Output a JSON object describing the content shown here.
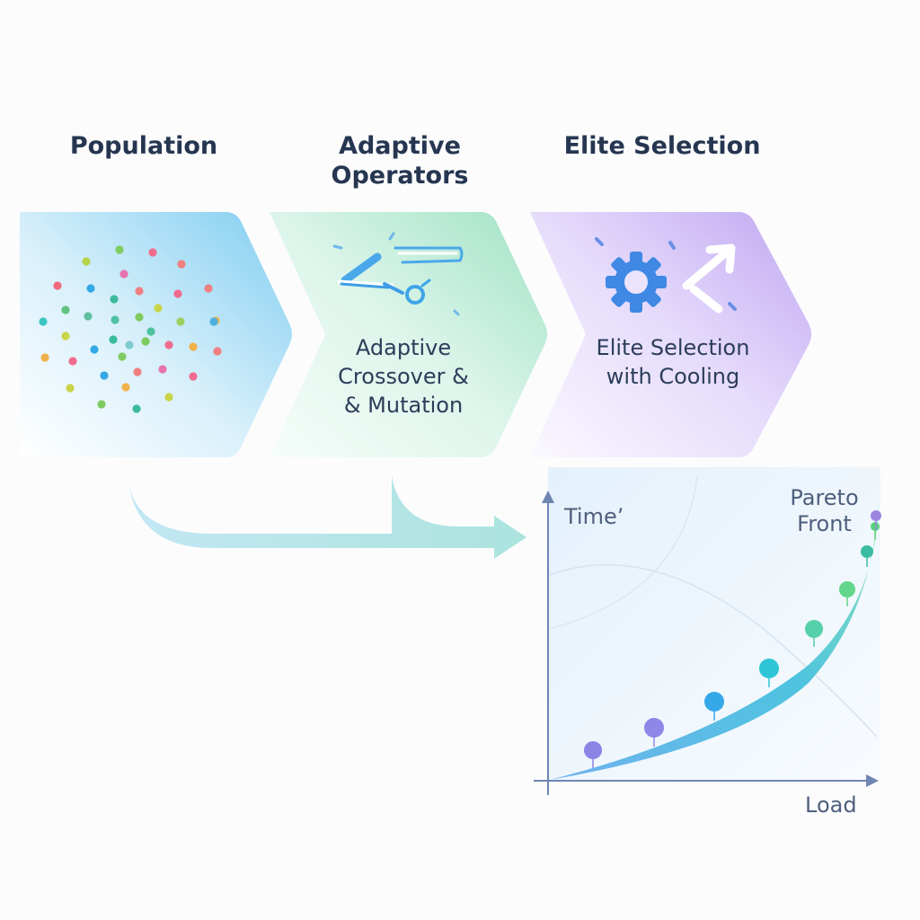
{
  "stages": [
    {
      "title": "Population",
      "body": ""
    },
    {
      "title": "Adaptive\nOperators",
      "body": "Adaptive\nCrossover &\n& Mutation"
    },
    {
      "title": "Elite Selection",
      "body": "Elite Selection\nwith Cooling"
    }
  ],
  "chart": {
    "y_label": "Time’",
    "x_label": "Load",
    "front_label": "Pareto\nFront"
  },
  "icons": {
    "population": "scattered-dots-icon",
    "operators": "crossover-arrows-icon",
    "selection": "gear-and-arrows-icon"
  },
  "colors": {
    "stage1": "#7fcdf0",
    "stage2": "#9fe2c4",
    "stage3": "#c0a6f2",
    "flow_arrow": "#a8e0e8",
    "axis": "#6f86b3"
  }
}
